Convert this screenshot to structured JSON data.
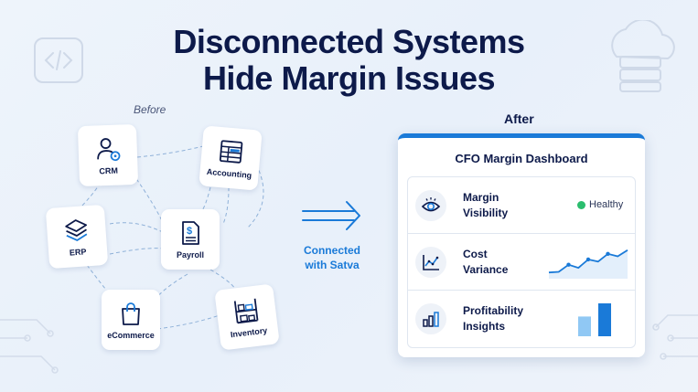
{
  "title": {
    "line1": "Disconnected Systems",
    "line2": "Hide Margin Issues"
  },
  "before_label": "Before",
  "after_label": "After",
  "systems": [
    {
      "label": "CRM",
      "icon": "user-icon"
    },
    {
      "label": "Accounting",
      "icon": "spreadsheet-icon"
    },
    {
      "label": "ERP",
      "icon": "layers-icon"
    },
    {
      "label": "Payroll",
      "icon": "dollar-document-icon"
    },
    {
      "label": "eCommerce",
      "icon": "shopping-bag-icon"
    },
    {
      "label": "Inventory",
      "icon": "warehouse-shelf-icon"
    }
  ],
  "connector": {
    "text_line1": "Connected",
    "text_line2": "with Satva",
    "icon": "double-arrow-right-icon"
  },
  "dashboard": {
    "title": "CFO Margin Dashboard",
    "rows": [
      {
        "label_line1": "Margin",
        "label_line2": "Visibility",
        "icon": "eye-icon",
        "status": "Healthy"
      },
      {
        "label_line1": "Cost",
        "label_line2": "Variance",
        "icon": "line-chart-icon",
        "sparkline": [
          0.2,
          0.22,
          0.45,
          0.35,
          0.62,
          0.55,
          0.8,
          0.72,
          0.92
        ]
      },
      {
        "label_line1": "Profitability",
        "label_line2": "Insights",
        "icon": "bar-chart-icon",
        "bars": [
          0.6,
          1.0
        ]
      }
    ]
  },
  "colors": {
    "accent": "#1a7ad8",
    "navy": "#0d1a4a",
    "healthy": "#2bbd6e",
    "light_bar": "#90c8f4"
  }
}
